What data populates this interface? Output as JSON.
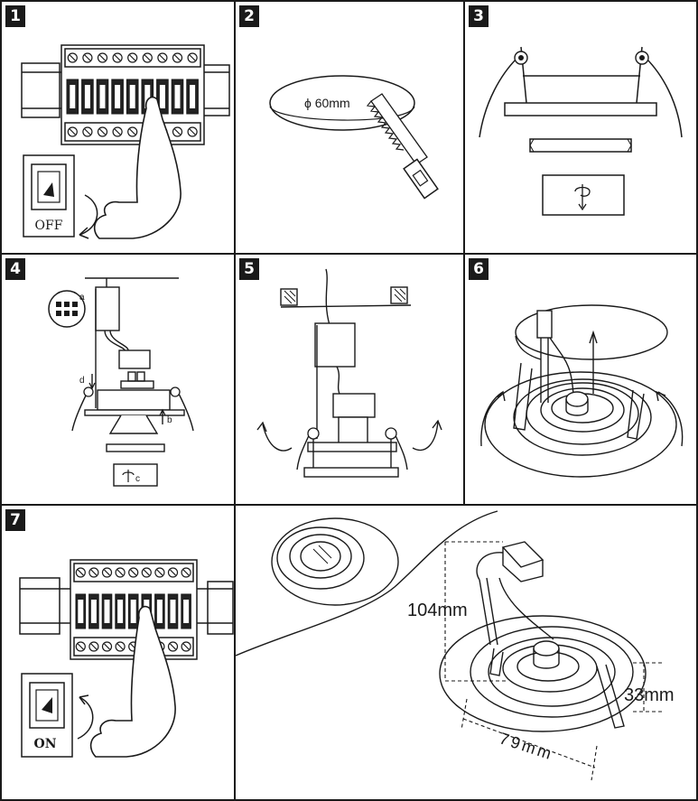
{
  "steps": [
    {
      "number": "1",
      "caption": "step-1-switch-off"
    },
    {
      "number": "2",
      "caption": "step-2-cut-hole"
    },
    {
      "number": "3",
      "caption": "step-3-spring-clips"
    },
    {
      "number": "4",
      "caption": "step-4-wiring"
    },
    {
      "number": "5",
      "caption": "step-5-insert-fitting"
    },
    {
      "number": "6",
      "caption": "step-6-push-into-ceiling"
    },
    {
      "number": "7",
      "caption": "step-7-switch-on"
    }
  ],
  "labels": {
    "off": "OFF",
    "on": "ON",
    "hole_diameter": "ϕ 60mm",
    "label_a": "a",
    "label_b": "b",
    "label_c": "c",
    "label_d": "d"
  },
  "dimensions": {
    "height": "104mm",
    "depth": "33mm",
    "width": "79mm"
  },
  "colors": {
    "line": "#1a1a1a",
    "background": "#ffffff",
    "breaker_fill": "#222222"
  }
}
